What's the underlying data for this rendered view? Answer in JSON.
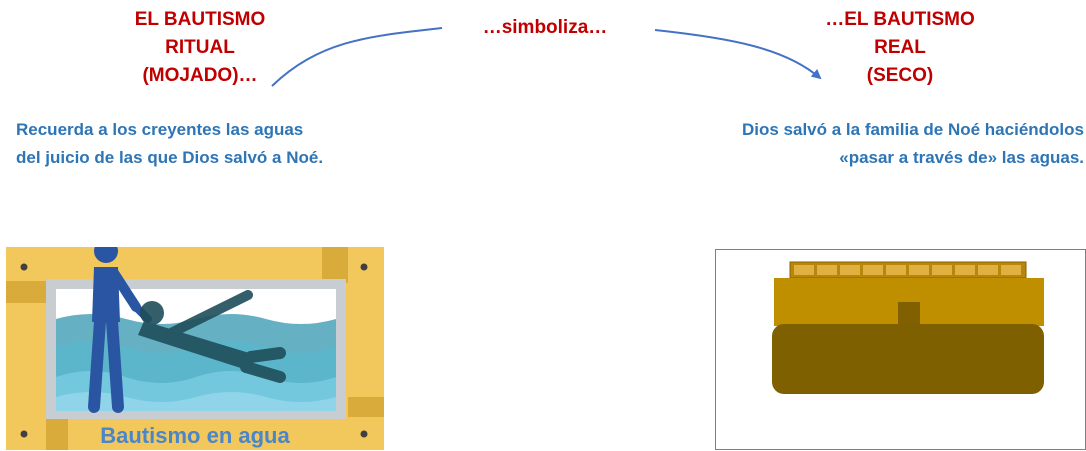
{
  "left_heading": [
    "EL BAUTISMO",
    "RITUAL",
    "(MOJADO)…"
  ],
  "middle_label": "…simboliza…",
  "right_heading": [
    "…EL BAUTISMO",
    "REAL",
    "(SECO)"
  ],
  "left_description": [
    "Recuerda a los creyentes las aguas",
    "del juicio de las que Dios salvó a Noé."
  ],
  "right_description": [
    "Dios salvó a la familia de Noé haciéndolos",
    "«pasar a través de» las aguas."
  ],
  "baptism_picture": {
    "caption": "Bautismo en agua"
  },
  "colors": {
    "heading": "#c00000",
    "description": "#2e75b6",
    "arrow": "#4472c4",
    "frame": "#f2c85c",
    "water": "#4db3c7",
    "ark_top": "#bf8f00",
    "ark_hull": "#7f6000"
  }
}
